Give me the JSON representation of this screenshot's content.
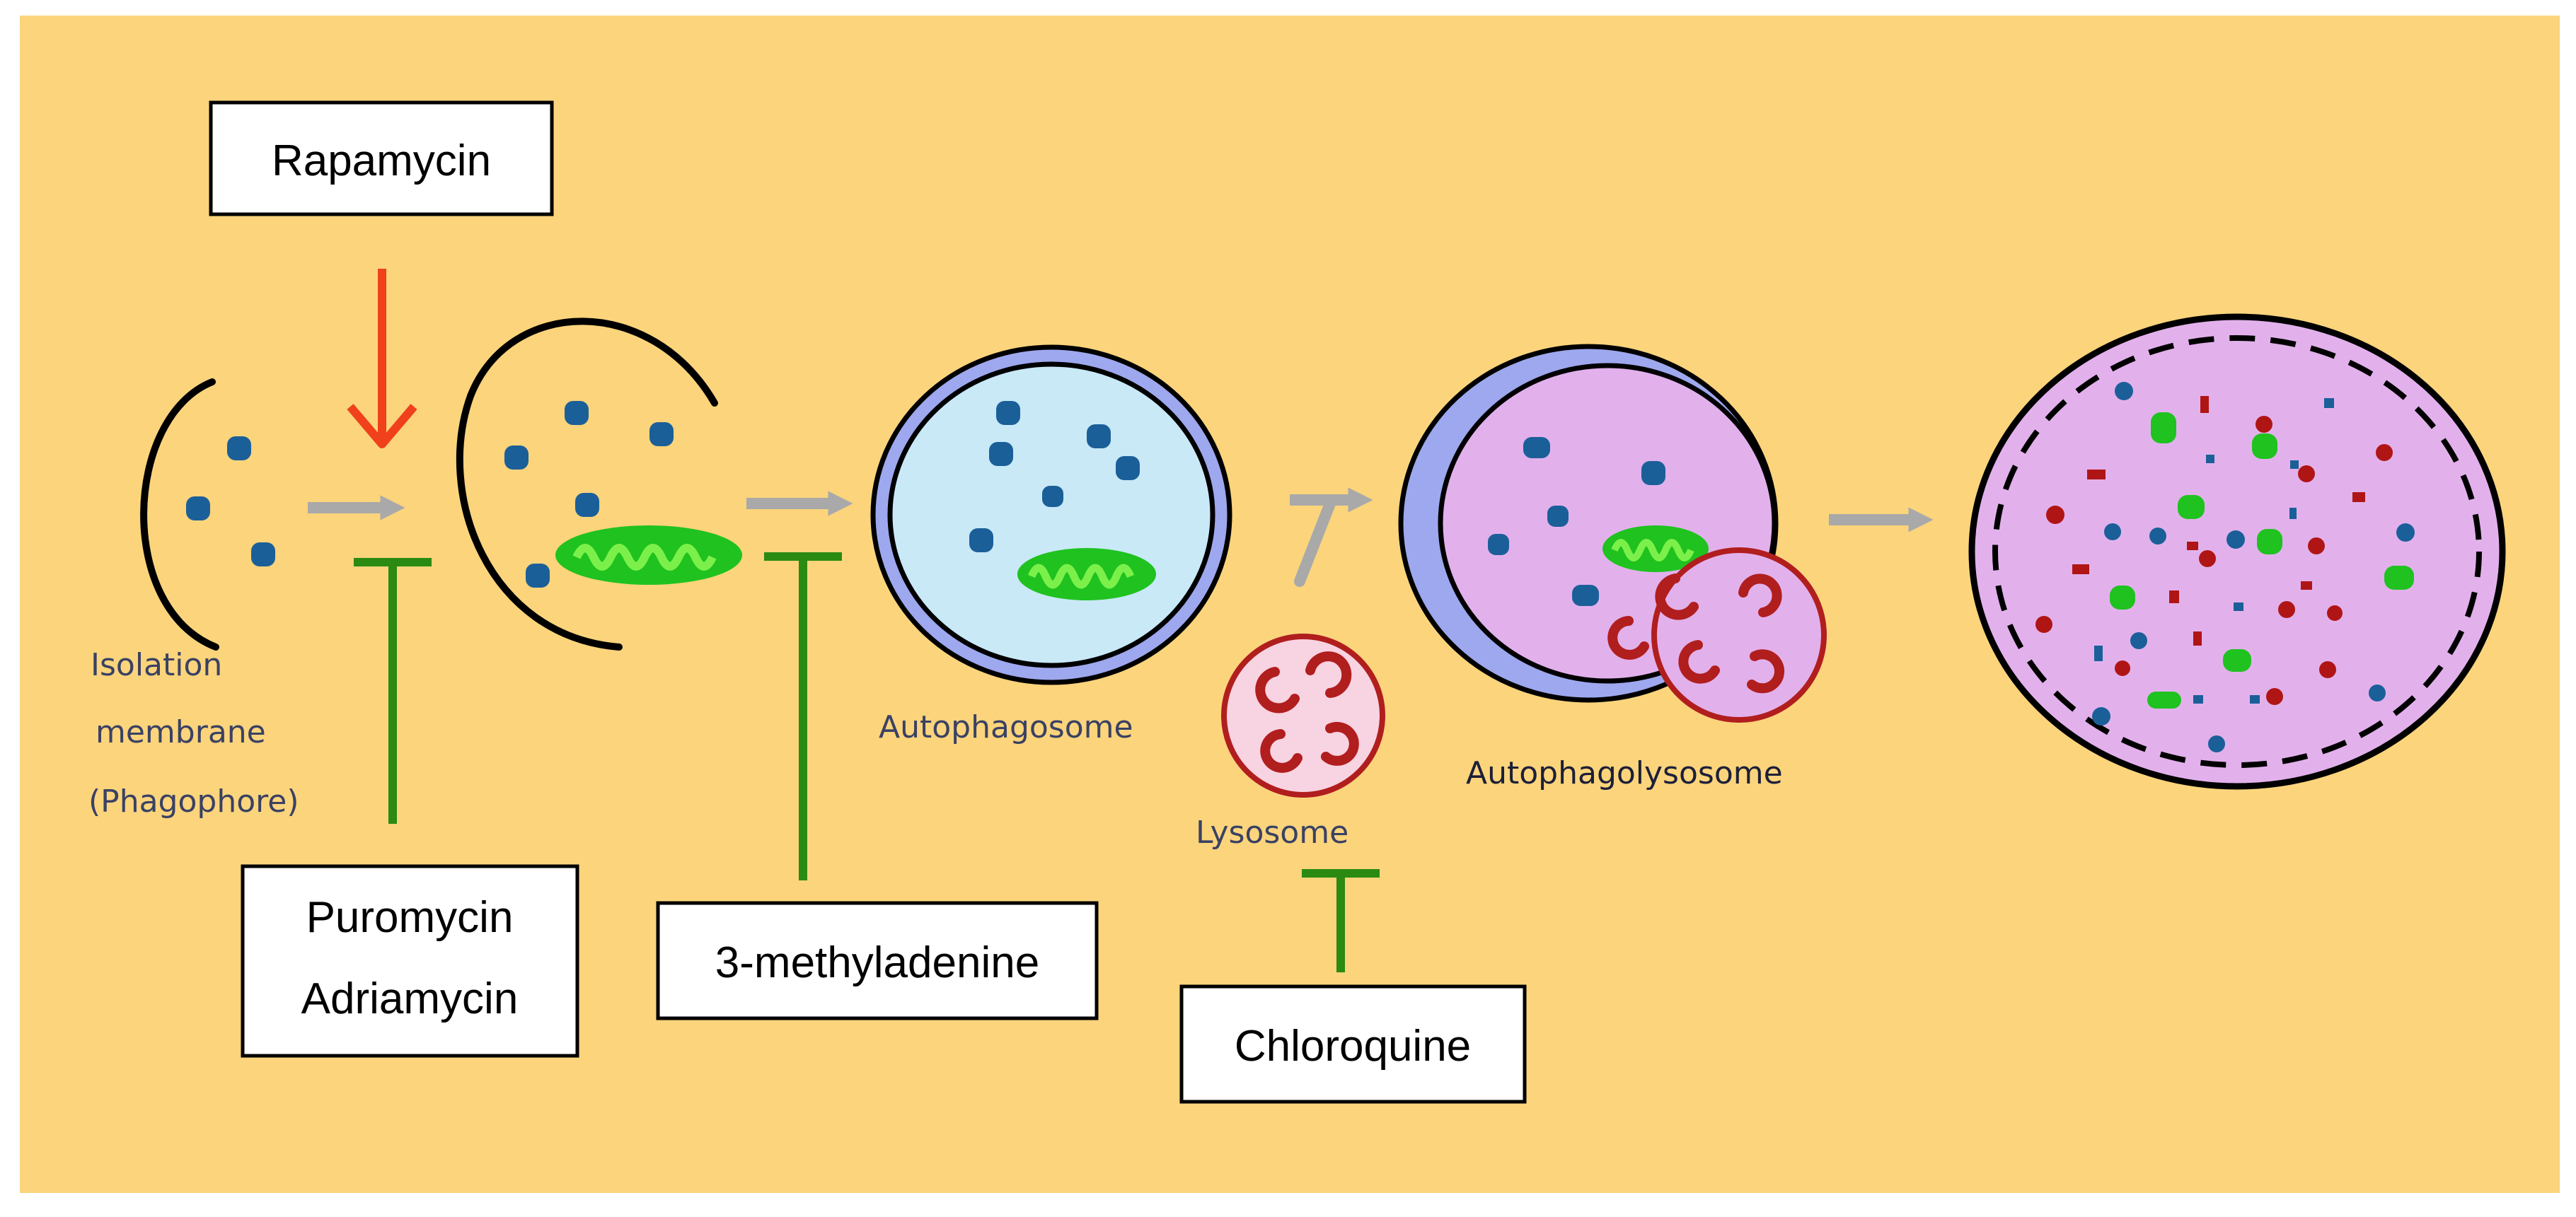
{
  "colors": {
    "background": "#fbd47c",
    "membrane": "#000000",
    "dot_blue": "#1b5f99",
    "mito_green": "#1fc21f",
    "mito_light": "#7cf04a",
    "arrow_gray": "#a9a9a9",
    "activator_red": "#f0401c",
    "inhibitor_green": "#2a8a12",
    "autophagosome_outer": "#9ea8ee",
    "autophagosome_inner": "#c9e9f7",
    "lysosome_fill": "#f8d3e2",
    "lysosome_rim": "#b11e1e",
    "autolysosome_fill": "#e2b1ec",
    "debris_red": "#b01515"
  },
  "drugs": {
    "rapamycin": "Rapamycin",
    "puromycin": "Puromycin",
    "adriamycin": "Adriamycin",
    "methyladenine": "3-methyladenine",
    "chloroquine": "Chloroquine"
  },
  "stages": {
    "isolation_line1": "Isolation",
    "isolation_line2": "membrane",
    "isolation_line3": "(Phagophore)",
    "autophagosome": "Autophagosome",
    "lysosome": "Lysosome",
    "autophagolysosome": "Autophagolysosome"
  },
  "icons": {
    "activation": "arrow-down-icon",
    "inhibition": "t-bar-inhibition-icon",
    "progression": "arrow-right-icon"
  }
}
